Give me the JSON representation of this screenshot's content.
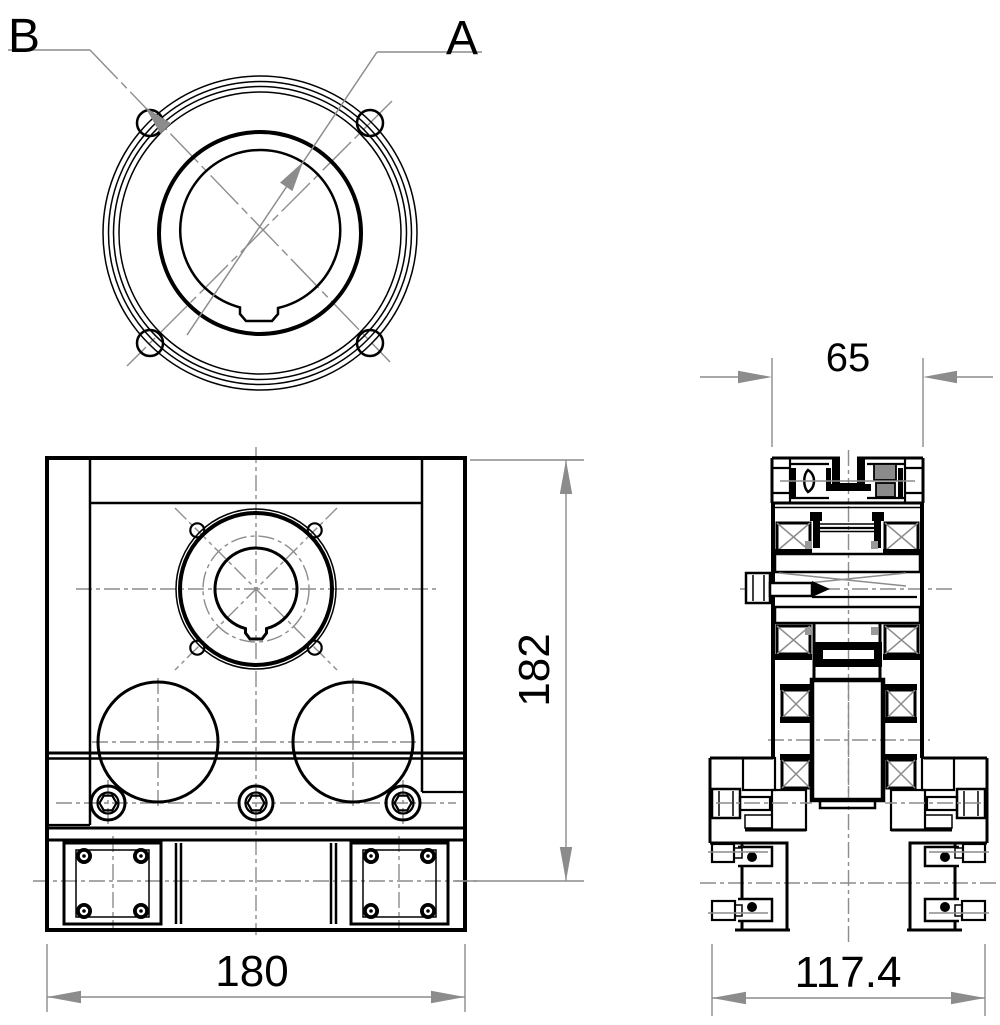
{
  "callouts": {
    "a": "A",
    "b": "B"
  },
  "dimensions": {
    "front_width": "180",
    "front_height": "182",
    "side_top_width": "65",
    "side_bottom_width": "117.4"
  },
  "colors": {
    "line": "#000000",
    "annotation_gray": "#8c8c8c",
    "nut_fill": "#8a8a8a",
    "background": "#ffffff"
  }
}
